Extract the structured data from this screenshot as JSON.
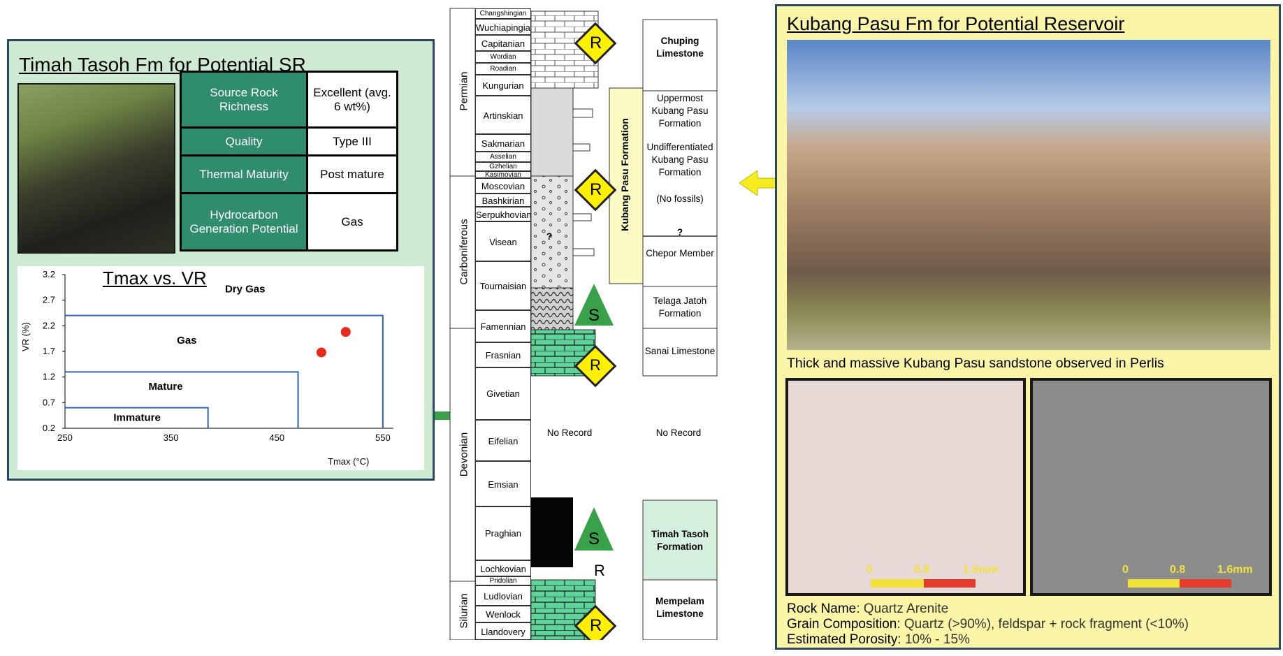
{
  "left_panel": {
    "title": "Timah Tasoh Fm for Potential SR",
    "properties": [
      {
        "name": "Source Rock Richness",
        "value": "Excellent (avg. 6 wt%)"
      },
      {
        "name": "Quality",
        "value": "Type III"
      },
      {
        "name": "Thermal Maturity",
        "value": "Post mature"
      },
      {
        "name": "Hydrocarbon Generation Potential",
        "value": "Gas"
      }
    ],
    "chart": {
      "title": "Tmax vs. VR",
      "xlabel": "Tmax (°C)",
      "ylabel": "VR (%)"
    }
  },
  "chart_data": {
    "type": "scatter",
    "title": "Tmax vs. VR",
    "xlabel": "Tmax (°C)",
    "ylabel": "VR (%)",
    "xlim": [
      250,
      560
    ],
    "ylim": [
      0.2,
      3.2
    ],
    "x_ticks": [
      "250",
      "350",
      "450",
      "550"
    ],
    "y_ticks": [
      "0.2",
      "0.7",
      "1.2",
      "1.7",
      "2.2",
      "2.7",
      "3.2"
    ],
    "x_tick_values": [
      250,
      350,
      450,
      550
    ],
    "y_tick_values": [
      0.2,
      0.7,
      1.2,
      1.7,
      2.2,
      2.7,
      3.2
    ],
    "points": [
      {
        "x": 492,
        "y": 1.68
      },
      {
        "x": 515,
        "y": 2.08
      }
    ],
    "point_color": "#e8291c",
    "zones": [
      {
        "label": "Immature",
        "x_max": 385,
        "y_max": 0.6
      },
      {
        "label": "Mature",
        "x_max": 470,
        "y_max": 1.3
      },
      {
        "label": "Gas",
        "x_max": 550,
        "y_max": 2.4
      },
      {
        "label": "Dry Gas",
        "x_max": null,
        "y_max": null
      }
    ],
    "zone_color": "#2f63b8",
    "grid": false
  },
  "column": {
    "periods": [
      {
        "name": "Permian"
      },
      {
        "name": "Carboniferous"
      },
      {
        "name": "Devonian"
      },
      {
        "name": "Silurian"
      }
    ],
    "stages": [
      "Changshingian",
      "Wuchiapingian",
      "Capitanian",
      "Wordian",
      "Roadian",
      "Kungurian",
      "Artinskian",
      "Sakmarian",
      "Asselian",
      "Gzhelian",
      "Kasimovian",
      "Moscovian",
      "Bashkirian",
      "Serpukhovian",
      "Visean",
      "Tournaisian",
      "Famennian",
      "Frasnian",
      "Givetian",
      "Eifelian",
      "Emsian",
      "Praghian",
      "Lochkovian",
      "Pridolian",
      "Ludlovian",
      "Wenlock",
      "Llandovery"
    ],
    "no_record_mid": "No Record",
    "question_mark": "?",
    "kubang_label": "Kubang Pasu Formation",
    "formations": [
      "Chuping Limestone",
      "Uppermost Kubang Pasu Formation",
      "Undifferentiated Kubang Pasu Formation",
      "(No fossils)",
      "?",
      "Chepor Member",
      "Telaga Jatoh Formation",
      "Sanai Limestone",
      "No Record",
      "Timah Tasoh Formation",
      "Mempelam Limestone"
    ],
    "badges": {
      "reservoir": "R",
      "source": "S"
    },
    "colors": {
      "limestone": "#5ed49b",
      "reservoir_fill": "#fff000",
      "source_fill": "#3aa14b",
      "kubang_fill": "#fdfbc4",
      "timah_fill": "#d6f0e0"
    }
  },
  "right_panel": {
    "title": "Kubang Pasu Fm for Potential Reservoir",
    "photo_caption": "Thick and massive Kubang Pasu sandstone observed in Perlis",
    "scale": [
      "0",
      "0.8",
      "1.6mm"
    ],
    "rock_info": [
      {
        "label": "Rock Name",
        "value": ": Quartz Arenite"
      },
      {
        "label": "Grain Composition",
        "value": ": Quartz (>90%), feldspar + rock fragment (<10%)"
      },
      {
        "label": "Estimated Porosity",
        "value": ": 10% - 15%"
      }
    ]
  }
}
